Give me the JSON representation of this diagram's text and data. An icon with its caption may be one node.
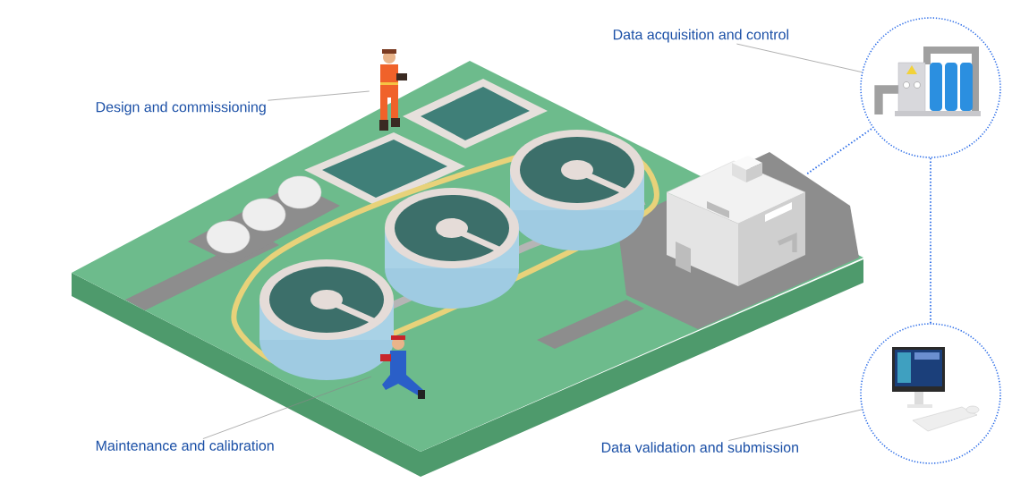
{
  "diagram": {
    "nodes": [
      {
        "text": [
          "Design and commissioning"
        ]
      },
      {
        "text": [],
        "shape": "person"
      },
      {
        "text": [
          "Data acquisition and control"
        ]
      },
      {
        "text": [],
        "shape": "circle"
      },
      {
        "text": [],
        "shape": "picture"
      },
      {
        "text": [
          "Maintenance and calibration"
        ]
      },
      {
        "text": [],
        "shape": "person"
      },
      {
        "text": [
          "Data validation and submission"
        ]
      },
      {
        "text": [],
        "shape": "circle"
      }
    ],
    "edges": [
      {
        "from": 0,
        "to": 1,
        "arrow": "none"
      },
      {
        "from": 2,
        "to": 3,
        "arrow": "none"
      },
      {
        "from": 4,
        "to": 3,
        "arrow": "none",
        "style": "dashed",
        "color": "#2f6fe8"
      },
      {
        "from": 3,
        "to": 8,
        "arrow": "none",
        "style": "dashed",
        "color": "#2f6fe8"
      },
      {
        "from": 5,
        "to": 6,
        "arrow": "none"
      },
      {
        "from": 7,
        "to": 8,
        "arrow": "none"
      }
    ]
  }
}
